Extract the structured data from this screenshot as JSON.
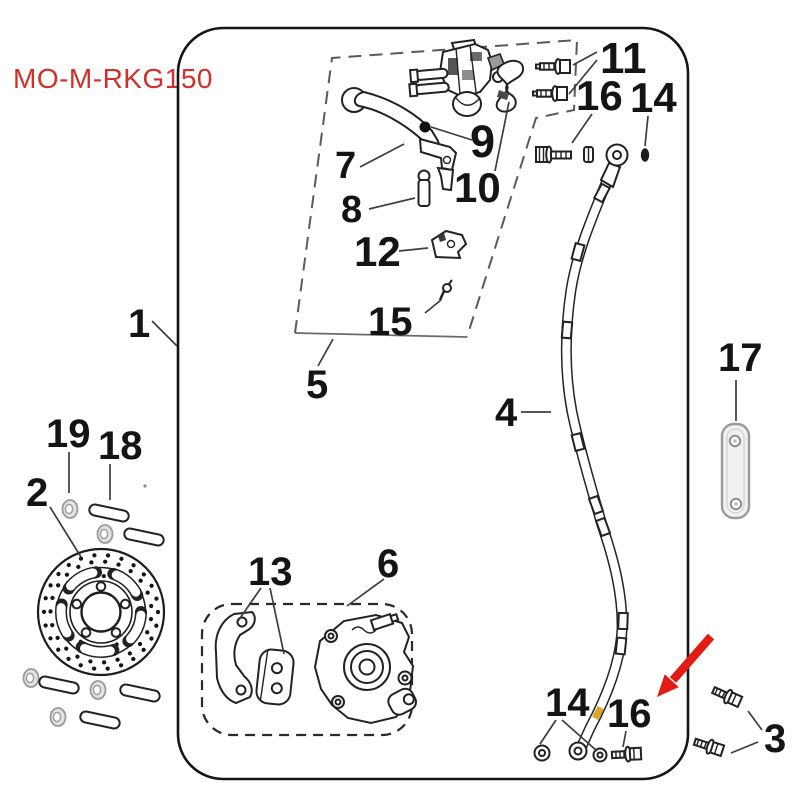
{
  "model_code": "MO-M-RKG150",
  "colors": {
    "code": "#d03028",
    "arrow": "#e31c13",
    "band": "#dfa32e"
  },
  "labels": {
    "l1": "1",
    "l2": "2",
    "l3": "3",
    "l4": "4",
    "l5": "5",
    "l6": "6",
    "l7": "7",
    "l8": "8",
    "l9": "9",
    "l10": "10",
    "l11": "11",
    "l12": "12",
    "l13": "13",
    "l14_top": "14",
    "l14_bottom": "14",
    "l15": "15",
    "l16_top": "16",
    "l16_bottom": "16",
    "l17": "17",
    "l18": "18",
    "l19": "19"
  }
}
